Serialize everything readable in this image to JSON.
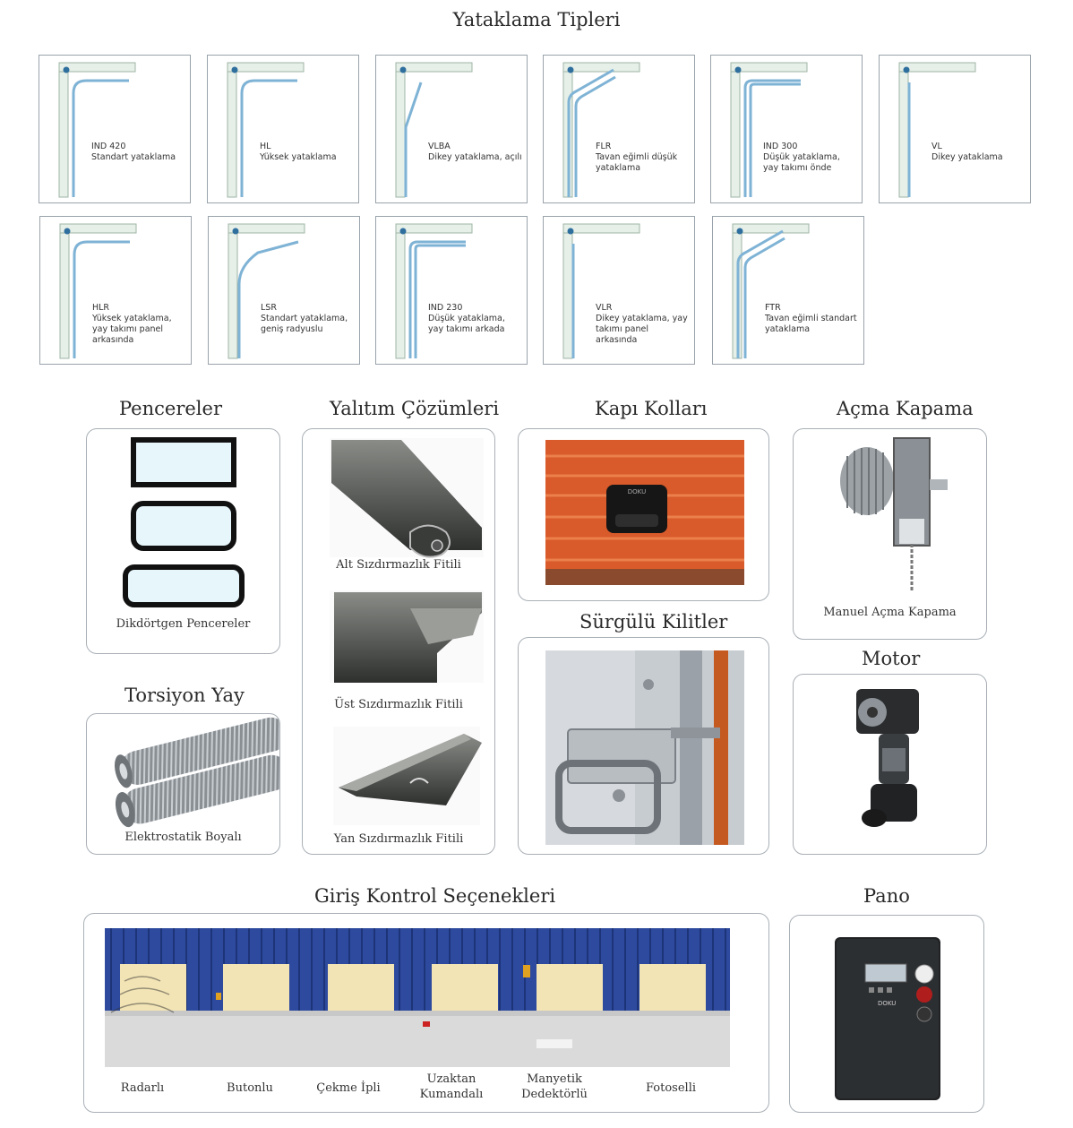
{
  "title": "Yataklama Tipleri",
  "rail_types": [
    {
      "code": "IND 420",
      "desc": "Standart yataklama"
    },
    {
      "code": "HL",
      "desc": "Yüksek yataklama"
    },
    {
      "code": "VLBA",
      "desc": "Dikey yataklama, açılı"
    },
    {
      "code": "FLR",
      "desc": "Tavan eğimli düşük yataklama"
    },
    {
      "code": "IND 300",
      "desc": "Düşük yataklama, yay takımı önde"
    },
    {
      "code": "VL",
      "desc": "Dikey yataklama"
    },
    {
      "code": "HLR",
      "desc": "Yüksek yataklama, yay takımı panel arkasında"
    },
    {
      "code": "LSR",
      "desc": "Standart yataklama, geniş radyuslu"
    },
    {
      "code": "IND 230",
      "desc": "Düşük yataklama, yay takımı arkada"
    },
    {
      "code": "VLR",
      "desc": "Dikey yataklama, yay takımı panel arkasında"
    },
    {
      "code": "FTR",
      "desc": "Tavan eğimli standart yataklama"
    }
  ],
  "sections": {
    "windows": {
      "title": "Pencereler",
      "caption": "Dikdörtgen Pencereler"
    },
    "insulation": {
      "title": "Yalıtım Çözümleri",
      "items": [
        "Alt Sızdırmazlık Fitili",
        "Üst Sızdırmazlık Fitili",
        "Yan Sızdırmazlık Fitili"
      ]
    },
    "handles": {
      "title": "Kapı Kolları",
      "brand": "DOKU"
    },
    "opening": {
      "title": "Açma Kapama",
      "caption": "Manuel Açma Kapama"
    },
    "locks": {
      "title": "Sürgülü Kilitler"
    },
    "spring": {
      "title": "Torsiyon Yay",
      "caption": "Elektrostatik Boyalı"
    },
    "motor": {
      "title": "Motor"
    },
    "access": {
      "title": "Giriş Kontrol Seçenekleri",
      "options": [
        "Radarlı",
        "Butonlu",
        "Çekme İpli",
        "Uzaktan Kumandalı",
        "Manyetik Dedektörlü",
        "Fotoselli"
      ]
    },
    "panel": {
      "title": "Pano",
      "brand": "DOKU"
    }
  },
  "colors": {
    "rail": "#7fb3d5",
    "rail_dark": "#4a7fa8",
    "card_border": "#9aa3ab",
    "door_blue": "#2d4a9e",
    "door_panel": "#f2e4b5"
  }
}
